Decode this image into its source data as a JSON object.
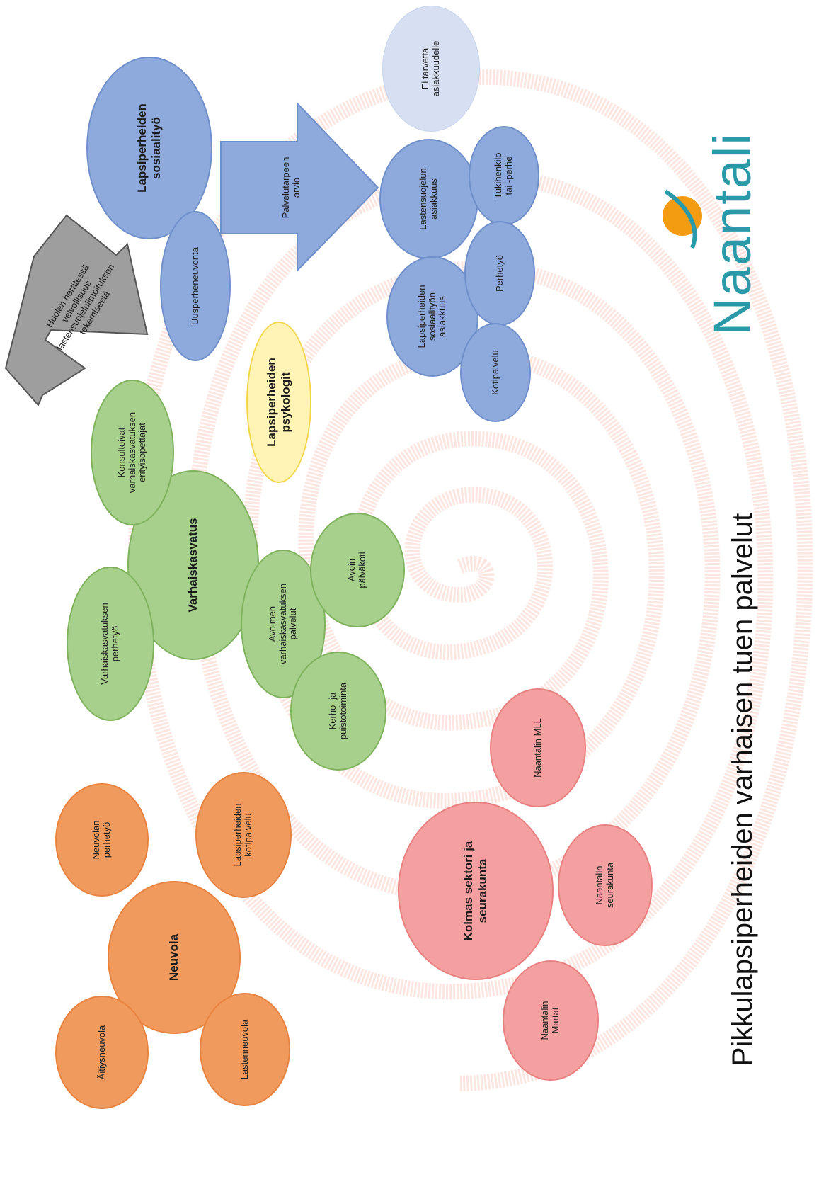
{
  "title": "Pikkulapsiperheiden varhaisen tuen palvelut",
  "logo_text": "Naantali",
  "colors": {
    "neuvola": "#F09A5E",
    "varhaiskasvatus": "#A8D08D",
    "sosiaalityo": "#8EA9DB",
    "kolmas_sektori": "#F4A0A0",
    "psykologit": "#FFF4B5",
    "logo_teal": "#2B9AA8",
    "logo_orange": "#F39C12",
    "spiral": "#F6B8A8"
  },
  "neuvola": {
    "main": "Neuvola",
    "aitiysneuvola": "Äitiysneuvola",
    "lastenneuvola": "Lastenneuvola",
    "perhetyo": "Neuvolan\nperhetyö",
    "kotipalvelu": "Lapsiperheiden\nkotipalvelu"
  },
  "varhaiskasvatus": {
    "main": "Varhaiskasvatus",
    "perhetyo": "Varhaiskasvatuksen\nperhetyö",
    "konsultoivat": "Konsultoivat\nvarhaiskasvatuksen\nerityisopettajat",
    "avoimen": "Avoimen\nvarhaiskasvatuksen\npalvelut",
    "kerho": "Kerho- ja\npuistotoiminta",
    "avoin_paivakoti": "Avoin\npäiväkoti"
  },
  "kolmas_sektori": {
    "main": "Kolmas sektori ja\nseurakunta",
    "mll": "Naantalin MLL",
    "seurakunta": "Naantalin\nseurakunta",
    "martat": "Naantalin\nMartat"
  },
  "psykologit": "Lapsiperheiden\npsykologit",
  "sosiaalityo": {
    "main": "Lapsiperheiden\nsosiaalityö",
    "uusperhe": "Uusperheneuvonta",
    "arrow_gray": "Huolen herätessä\nvelvollisuus\nlastensuojeluilmoituksen\ntekemisestä",
    "arrow_blue": "Palvelutarpeen\narvio",
    "ei_tarvetta": "Ei tarvetta\nasiakkuudelle",
    "lastensuojelu": "Lastensuojelun\nasiakkuus",
    "sos_asiakkuus": "Lapsiperheiden\nsosiaalityön\nasiakkuus",
    "tukihenkilo": "Tukihenkilö\ntai -perhe",
    "perhetyo": "Perhetyö",
    "kotipalvelu": "Kotipalvelu"
  }
}
